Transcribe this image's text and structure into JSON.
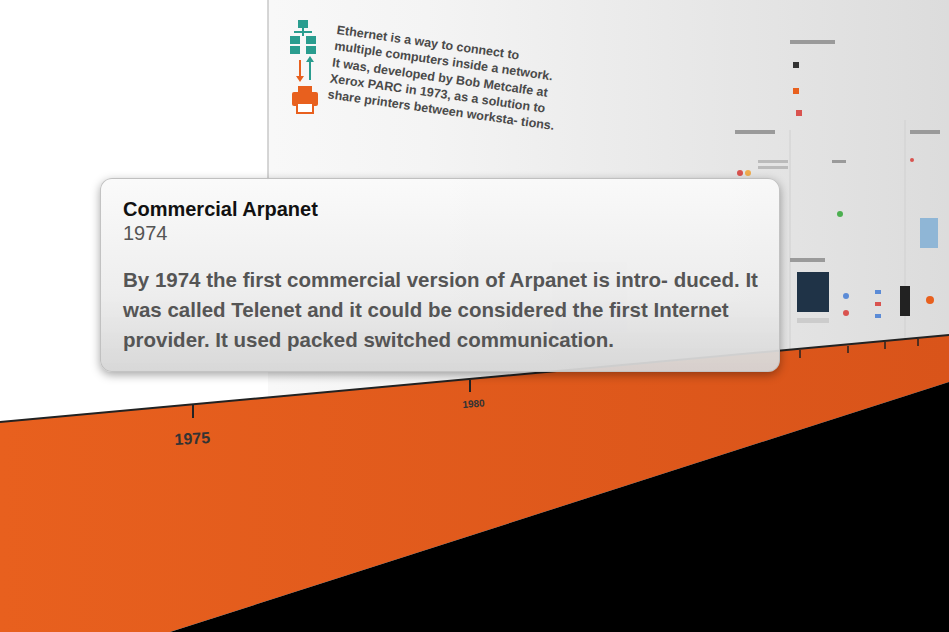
{
  "diagram": {
    "nodes": [
      {
        "text": [
          "Commercial Arpanet",
          "1974",
          "By 1974 the first commercial version of Arpanet is intro- duced. It was called Telenet and it could be considered the first Internet provider. It used packed switched communication."
        ]
      }
    ],
    "labels": [
      "Ethernet is a way to connect to multiple computers inside a network. It was, developed by Bob Metcalfe at Xerox PARC in 1973, as a solution to share printers between worksta- tions.",
      "1975",
      "1980"
    ]
  }
}
